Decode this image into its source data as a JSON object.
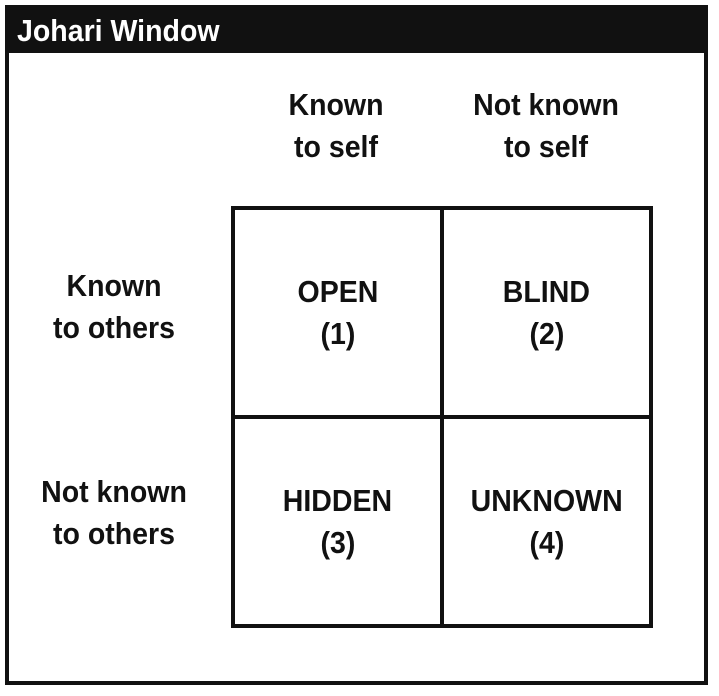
{
  "title": "Johari Window",
  "columns": [
    {
      "line1": "Known",
      "line2": "to self"
    },
    {
      "line1": "Not known",
      "line2": "to self"
    }
  ],
  "rows": [
    {
      "line1": "Known",
      "line2": "to others"
    },
    {
      "line1": "Not known",
      "line2": "to others"
    }
  ],
  "quadrants": [
    {
      "name": "OPEN",
      "number": "(1)"
    },
    {
      "name": "BLIND",
      "number": "(2)"
    },
    {
      "name": "HIDDEN",
      "number": "(3)"
    },
    {
      "name": "UNKNOWN",
      "number": "(4)"
    }
  ],
  "colors": {
    "ink": "#111111",
    "background": "#ffffff"
  }
}
